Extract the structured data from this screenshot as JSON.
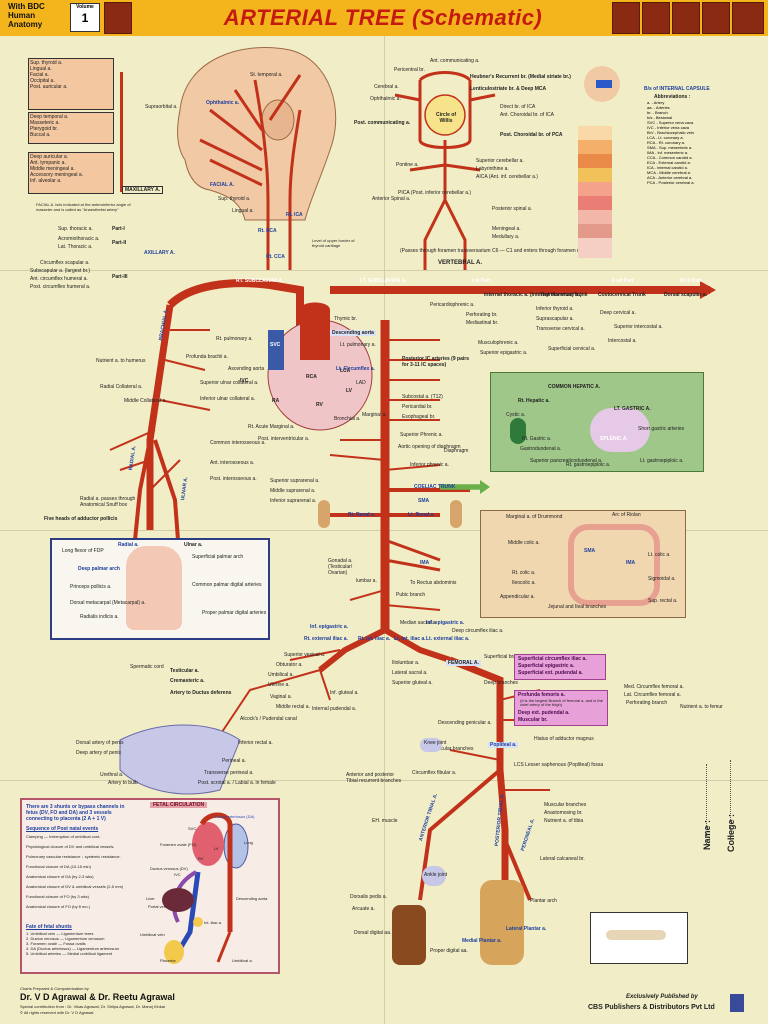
{
  "header": {
    "brand_line1": "With BDC",
    "brand_line2": "Human",
    "brand_line3": "Anatomy",
    "volume_label": "Volume",
    "volume_number": "1",
    "title": "ARTERIAL TREE (Schematic)"
  },
  "head": {
    "thyrocervical_branches": [
      "Sup. thyroid a.",
      "Lingual a.",
      "Facial a.",
      "Occipital a.",
      "Post. auricular a."
    ],
    "face_list": [
      "Deep temporal a.",
      "Masseteric a.",
      "Pterygoid br.",
      "Buccal a."
    ],
    "maxillary_list": [
      "Deep auricular a.",
      "Ant. tympanic a.",
      "Middle meningeal a.",
      "Accessory meningeal a.",
      "Inf. alveolar a."
    ],
    "ophthalmic": "Ophthalmic a.",
    "supraorbital": "Supraorbital a.",
    "sup_thyroid": "Sup. thyroid a.",
    "lingual": "Lingual a.",
    "facial": "FACIAL A.",
    "occipital": "Occipital a.",
    "st": "St. temporal a.",
    "maxillary": "MAXILLARY A.",
    "rt_ica": "Rt. ICA",
    "rt_eca": "Rt. ECA",
    "rt_cca": "Rt. CCA",
    "facial_note": "FACIAL A. is/is indicated at the anteroinferior angle of masseter and is called as \"Anaesthetist artery\"",
    "level_note": "Level of upper border of thyroid cartilage"
  },
  "circle_of_willis": {
    "ant_communicating": "Ant. communicating a.",
    "pericentral": "Pericentral br.",
    "heubner": "Heubner's Recurrent br. (Medial striate br.)",
    "lenticulostriate": "Lenticulostriate br. & Deep MCA",
    "ophthalmic": "Ophthalmic a.",
    "cerebral": "Cerebral a.",
    "ant_choroidal": "Ant. Choroidal br. of ICA",
    "post_communicating": "Post. communicating a.",
    "circle": "Circle of Willis",
    "pontine": "Pontine a.",
    "sup_cerebellar": "Superior cerebellar a.",
    "labyrinthine": "Labyrinthine a.",
    "aica": "AICA (Ant. inf. cerebellar a.)",
    "pica": "PICA (Post. inferior cerebellar a.)",
    "anterior_spinal": "Anterior Spinal a.",
    "posterior_spinal": "Posterior spinal a.",
    "meningeal": "Meningeal a.",
    "medullary": "Medullary a.",
    "vertebral": "VERTEBRAL A.",
    "vertebral_note": "(Passes through foramen transversarium C6 — C1 and enters through foramen magnum)",
    "post_choroidal": "Post. Choroidal br. of PCA",
    "direct_br": "Direct br. of ICA"
  },
  "internal_capsule": {
    "title": "B/s of INTERNAL CAPSULE",
    "abbrev_title": "Abbreviations :",
    "abbrevs": [
      "a. - Artery",
      "aa. - Arteries",
      "br. - Branch",
      "b/s - Bestowal",
      "SVC - Superior vena cava",
      "IVC - Inferior vena cava",
      "BrV - Brachiocephalic vein",
      "LCA - Lt. coronary a.",
      "RCA - Rt. coronary a.",
      "SMA - Sup. mesenteric a.",
      "IMA - Inf. mesenteric a.",
      "CCA - Common carotid a.",
      "ECA - External carotid a.",
      "ICA - Internal carotid a.",
      "MCA - Middle cerebral a.",
      "ACA - Anterior cerebral a.",
      "PCA - Posterior cerebral a."
    ]
  },
  "upper_limb": {
    "axillary": "AXILLARY A.",
    "sup_thoracic": "Sup. thoracic a.",
    "acromiothoracic": "Acromiothoracic a.",
    "lat_thoracic": "Lat. Thoracic a.",
    "part1": "Part-I",
    "part2": "Part-II",
    "part3": "Part-III",
    "circumflex_scapular": "Circumflex scapular a.",
    "subscapular": "Subscapular a. (largest br.)",
    "ant_circumflex": "Ant. circumflex humeral a.",
    "post_circumflex": "Post. circumflex humeral a.",
    "brachial": "BRACHIAL A.",
    "profunda": "Profunda brachii a.",
    "nutrient": "Nutrient a. to humerus",
    "radial_collateral": "Radial Collateral a.",
    "middle_collateral": "Middle Collateral a.",
    "sup_ulnar": "Superior ulnar collateral a.",
    "inf_ulnar": "Inferior ulnar collateral a.",
    "radial": "RADIAL A.",
    "ulnar": "ULNAR A.",
    "common_interosseous": "Common interosseous a.",
    "ant_interosseous": "Ant. interosseous a.",
    "post_interosseous": "Post. interosseous a.",
    "radial_note": "Radial a. passes through Anatomical Snuff box",
    "five_heads": "Five heads of adductor pollicis"
  },
  "hand": {
    "radial": "Radial a.",
    "ulnar": "Ulnar a.",
    "long_flexor": "Long flexor of FDP",
    "deep_palmar": "Deep palmar arch",
    "superficial_palmar": "Superficial palmar arch",
    "princeps": "Princeps pollicis a.",
    "dorsal_metacarpal": "Dorsal metacarpal (Metacarpal) a.",
    "radialis_indicis": "Radialis indicis a.",
    "common_digital": "Common palmar digital arteries",
    "proper_digital": "Proper palmar digital arteries"
  },
  "aorta": {
    "rt_subclavian": "RT. SUBCLAVIAN A.",
    "lt_subclavian": "LT. SUBCLAVIAN A.",
    "parts": [
      "I st Part",
      "II nd Part",
      "III rd Part"
    ],
    "internal_thoracic": "Internal thoracic a. (Internal Mammary a.)",
    "thyrocervical": "Thyrocervical Trunk",
    "costocervical": "Costocervical Trunk",
    "dorsal_scapular": "Dorsal scapular a.",
    "pericardiophrenic": "Pericardiophrenic a.",
    "perforating": "Perforating br.",
    "mediastinal": "Mediastinal br.",
    "musculophrenic": "Musculophrenic a.",
    "sup_epigastric": "Superior epigastric a.",
    "inf_thyroid": "Inferior thyroid a.",
    "suprascapular": "Suprascapular a.",
    "transverse_cervical": "Transverse cervical a.",
    "superficial_cervical": "Superficial cervical a.",
    "deep_cervical": "Deep cervical a.",
    "superior_intercostal": "Superior intercostal a.",
    "intercostal": "Intercostal a.",
    "descending_aorta": "Descending aorta",
    "thymic": "Thymic br.",
    "ic_arteries": "Posterior IC arteries (9 pairs for 3-11 IC spaces)",
    "subcostal": "Subcostal a. (T12)",
    "pericardial": "Pericardial br.",
    "esophageal": "Esophageal br.",
    "bronchial": "Bronchial a.",
    "sup_phrenic": "Superior Phrenic a.",
    "aortic_aperture": "Aortic opening of diaphragm",
    "diaphragm": "Diaphragm",
    "inf_phrenic": "Inferior phrenic a."
  },
  "heart": {
    "rt_pulmonary": "Rt. pulmonary a.",
    "lt_pulmonary": "Lt. pulmonary a.",
    "svc": "SVC",
    "ivc": "IVC",
    "ra": "RA",
    "rv": "RV",
    "lv": "LV",
    "rca": "RCA",
    "lca": "LCA",
    "rt_marginal": "Rt. Acute Marginal a.",
    "post_interventricular": "Post. interventricular a.",
    "lad": "LAD",
    "lt_circumflex": "Lt. Circumflex a.",
    "marginal": "Marginal a.",
    "ascending_aorta": "Ascending aorta"
  },
  "abdomen": {
    "coeliac": "COELIAC TRUNK",
    "common_hepatic": "COMMON HEPATIC A.",
    "rt_hepatic": "Rt. Hepatic a.",
    "lt_gastric": "LT. GASTRIC A.",
    "splenic": "SPLENIC A.",
    "cystic": "Cystic a.",
    "gastroduodenal": "Gastroduodenal a.",
    "rt_gastric": "Rt. Gastric a.",
    "short_gastric": "Short gastric arteries",
    "rt_gastroepiploic": "Rt. gastroepiploic a.",
    "lt_gastroepiploic": "Lt. gastroepiploic a.",
    "sup_pancreatico": "Superior pancreaticoduodenal a.",
    "sma": "SMA",
    "ima": "IMA",
    "rt_renal": "Rt. Renal a.",
    "lt_renal": "Lt. Renal a.",
    "gonadal": "Gonadal a. (Testicular/ Ovarian)",
    "lumbar": "lumbar a.",
    "median_sacral": "Median sacral a.",
    "middle_colic": "Middle colic a.",
    "rt_colic": "Rt. colic a.",
    "ileocolic": "Ileocolic a.",
    "appendicular": "Appendicular a.",
    "jejunal": "Jejunal and Ileal branches",
    "marginal_drummond": "Marginal a. of Drummond",
    "lt_colic": "Lt. colic a.",
    "sigmoid": "Sigmoidal a.",
    "sup_rectal": "Sup. rectal a.",
    "arc_riolan": "Arc of Riolan",
    "sup_suprarenal": "Superior suprarenal a.",
    "mid_suprarenal": "Middle suprarenal a.",
    "inf_suprarenal": "Inferior suprarenal a.",
    "to_rectus": "To Rectus abdominis",
    "pubic_branch": "Pubic branch"
  },
  "pelvis": {
    "rt_external_iliac": "Rt. external iliac a.",
    "rt_internal_iliac": "Rt. int. iliac a.",
    "lt_internal_iliac": "Lt. int. iliac a.",
    "lt_external_iliac": "Lt. external iliac a.",
    "inf_epigastric_rt": "Inf. epigastric a.",
    "inf_epigastric_lt": "Inf. epigastric a.",
    "deep_circumflex": "Deep circumflex iliac a.",
    "testicular": "Testicular a.",
    "cremasteric": "Cremasteric a.",
    "ductus": "Artery to Ductus deferens",
    "umbilical": "Umbilical a.",
    "spermatic": "Spermatic cord",
    "sup_vesical": "Superior vesical a.",
    "obturator": "Obturator a.",
    "uterine": "Uterine a.",
    "vaginal": "Vaginal a.",
    "middle_rectal": "Middle rectal a.",
    "inf_gluteal": "Inf. gluteal a.",
    "sup_gluteal": "Superior gluteal a.",
    "iliolumbar": "Iliolumbar a.",
    "lat_sacral": "Lateral sacral a.",
    "internal_pudendal": "Internal pudendal a.",
    "alcock": "Alcock's / Pudendal canal",
    "inferior_rectal": "Inferior rectal a.",
    "perineal": "Perineal a.",
    "transverse_perineal": "Transverse perineal a.",
    "post_scrotal": "Post. scrotal a. / Labial a. in female",
    "dorsal_penis": "Dorsal artery of penis",
    "deep_penis": "Deep artery of penis",
    "bulb": "Artery to bulb",
    "urethral": "Urethral a."
  },
  "lower_limb": {
    "femoral": "FEMORAL A.",
    "superficial": "Superficial branches",
    "deep": "Deep branches",
    "pink_superficial": [
      "Superficial circumflex iliac a.",
      "Superficial epigastric a.",
      "Superficial ext. pudendal a."
    ],
    "pink_deep": [
      "Profunda femoris a.",
      "Deep ext. pudendal a.",
      "Muscular br."
    ],
    "profunda_note": "(It is the largest Branch of femoral a. and is the chief artery of the thigh)",
    "med_circumflex": "Med. Circumflex femoral a.",
    "lat_circumflex": "Lat. Circumflex femoral a.",
    "perforating": "Perforating branch",
    "nutrient_femur": "Nutrient a. to femur",
    "descending_genicular": "Descending genicular a.",
    "popliteal": "Popliteal a.",
    "hiatus": "Hiatus of adductor magnus",
    "genicular": "Genicular branches",
    "circumflex_fibular": "Circumflex fibular a.",
    "ant_tibial": "ANTERIOR TIBIAL A.",
    "post_tibial": "POSTERIOR TIBIAL A.",
    "peroneal": "PERONEAL A.",
    "ant_post_tibial_recurrent": "Anterior and posterior Tibial recurrent branches",
    "muscular_branches": "Muscular branches",
    "anastomosing": "Anastomosing br.",
    "nutrient_tibia": "Nutrient a. of tibia",
    "lateral_calcaneal": "Lateral calcaneal br.",
    "dorsalis_pedis": "Dorsalis pedis a.",
    "arcuate": "Arcuate a.",
    "medial_plantar": "Medial Plantar a.",
    "lateral_plantar": "Lateral Plantar a.",
    "plantar_arch": "Plantar arch",
    "dorsal_digital": "Dorsal digital aa.",
    "proper_digital": "Proper digital aa.",
    "ankle_joint": "Ankle joint",
    "knee_joint": "Knee joint",
    "eh": "EH. muscle",
    "lcs": "LCS Lesser saphenous (Popliteal) fossa"
  },
  "fetal": {
    "title": "FETAL CIRCULATION",
    "intro": "There are 3 shunts or bypass channels in fetus (DV, FO and DA) and 3 vessels connecting to placenta (2 A + 1 V)",
    "sequence_title": "Sequence of Post natal events",
    "sequence": [
      "Clamping — Interruption of umbilical cord.",
      "Physiological closure of DV and umbilical vessels.",
      "Pulmonary vascular resistance ↓ systemic resistance.",
      "Functional closure of DA (10-15 min)",
      "Anatomical closure of DA (by 2-3 wks)",
      "Anatomical closure of DV & umbilical vessels (2-5 mm)",
      "Functional closure of FO (by 3 wks)",
      "Anatomical closure of FO (by 8 mo.)"
    ],
    "fate_title": "Fate of fetal shunts",
    "fate": [
      "1. Umbilical vein — Ligamentum teres",
      "2. Ductus venosus — Ligamentum venosum",
      "3. Foramen ovale — Fossa ovalis",
      "4. DA (Ductus arteriosus) — Ligamentum arteriosum",
      "5. Umbilical arteries — Medial umbilical ligament"
    ],
    "labels": [
      "Ductus arteriosus (DA)",
      "Lung",
      "SVC",
      "Foramen ovale (FO)",
      "IVC",
      "Ductus venosus (DV)",
      "Portal vein",
      "Liver",
      "Umbilical vein",
      "Placenta",
      "Umbilical a.",
      "Descending aorta",
      "Int. iliac a.",
      "LV",
      "RV"
    ]
  },
  "footer": {
    "prepared": "Charts Prepared & Computerization by",
    "authors": "Dr. V D Agrawal & Dr. Reetu Agrawal",
    "thanks": "Special contribution from : Dr. Vikas Agrawal, Dr. Shilpa Agrawal, Dr. Manoj Kinkar",
    "rights": "© All rights reserved with Dr. V D Agrawal",
    "exclusive": "Exclusively Published by",
    "publisher": "CBS Publishers & Distributors Pvt Ltd",
    "name_label": "Name :",
    "college_label": "College :"
  },
  "colors": {
    "artery": "#c2321a",
    "header": "#f4b51c",
    "title": "#c41a12",
    "label_blue": "#1c3f9e",
    "paper": "#f1edc6"
  }
}
